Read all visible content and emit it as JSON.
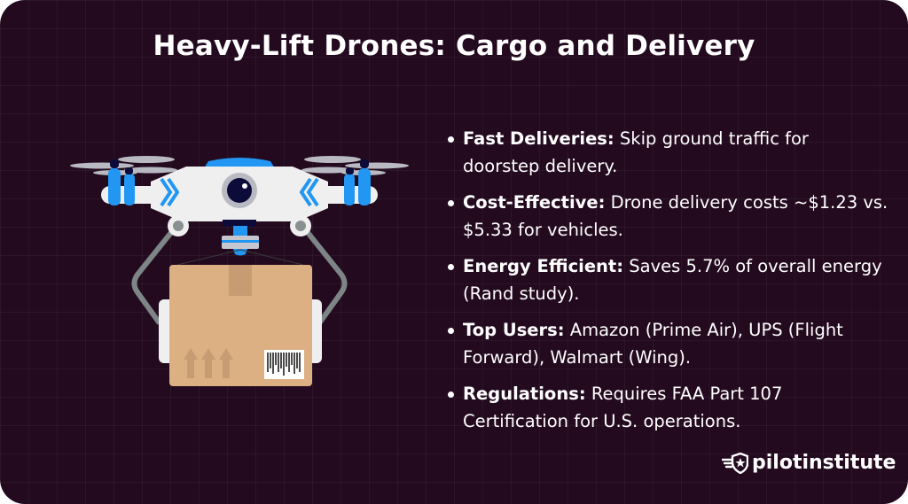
{
  "title": "Heavy-Lift Drones: Cargo and Delivery",
  "bullets": [
    {
      "label": "Fast Deliveries:",
      "text": " Skip ground traffic for doorstep delivery."
    },
    {
      "label": "Cost-Effective:",
      "text": " Drone delivery costs ~$1.23 vs. $5.33 for vehicles."
    },
    {
      "label": "Energy Efficient:",
      "text": " Saves 5.7% of overall energy (Rand study)."
    },
    {
      "label": "Top Users:",
      "text": " Amazon (Prime Air), UPS (Flight Forward), Walmart (Wing)."
    },
    {
      "label": "Regulations:",
      "text": " Requires FAA Part 107 Certification for U.S. operations."
    }
  ],
  "logo": {
    "text": "pilotinstitute",
    "icon": "shield-star-wings-icon"
  },
  "colors": {
    "background": "#230a1f",
    "drone_blue": "#2196f3",
    "box": "#dcb083"
  }
}
